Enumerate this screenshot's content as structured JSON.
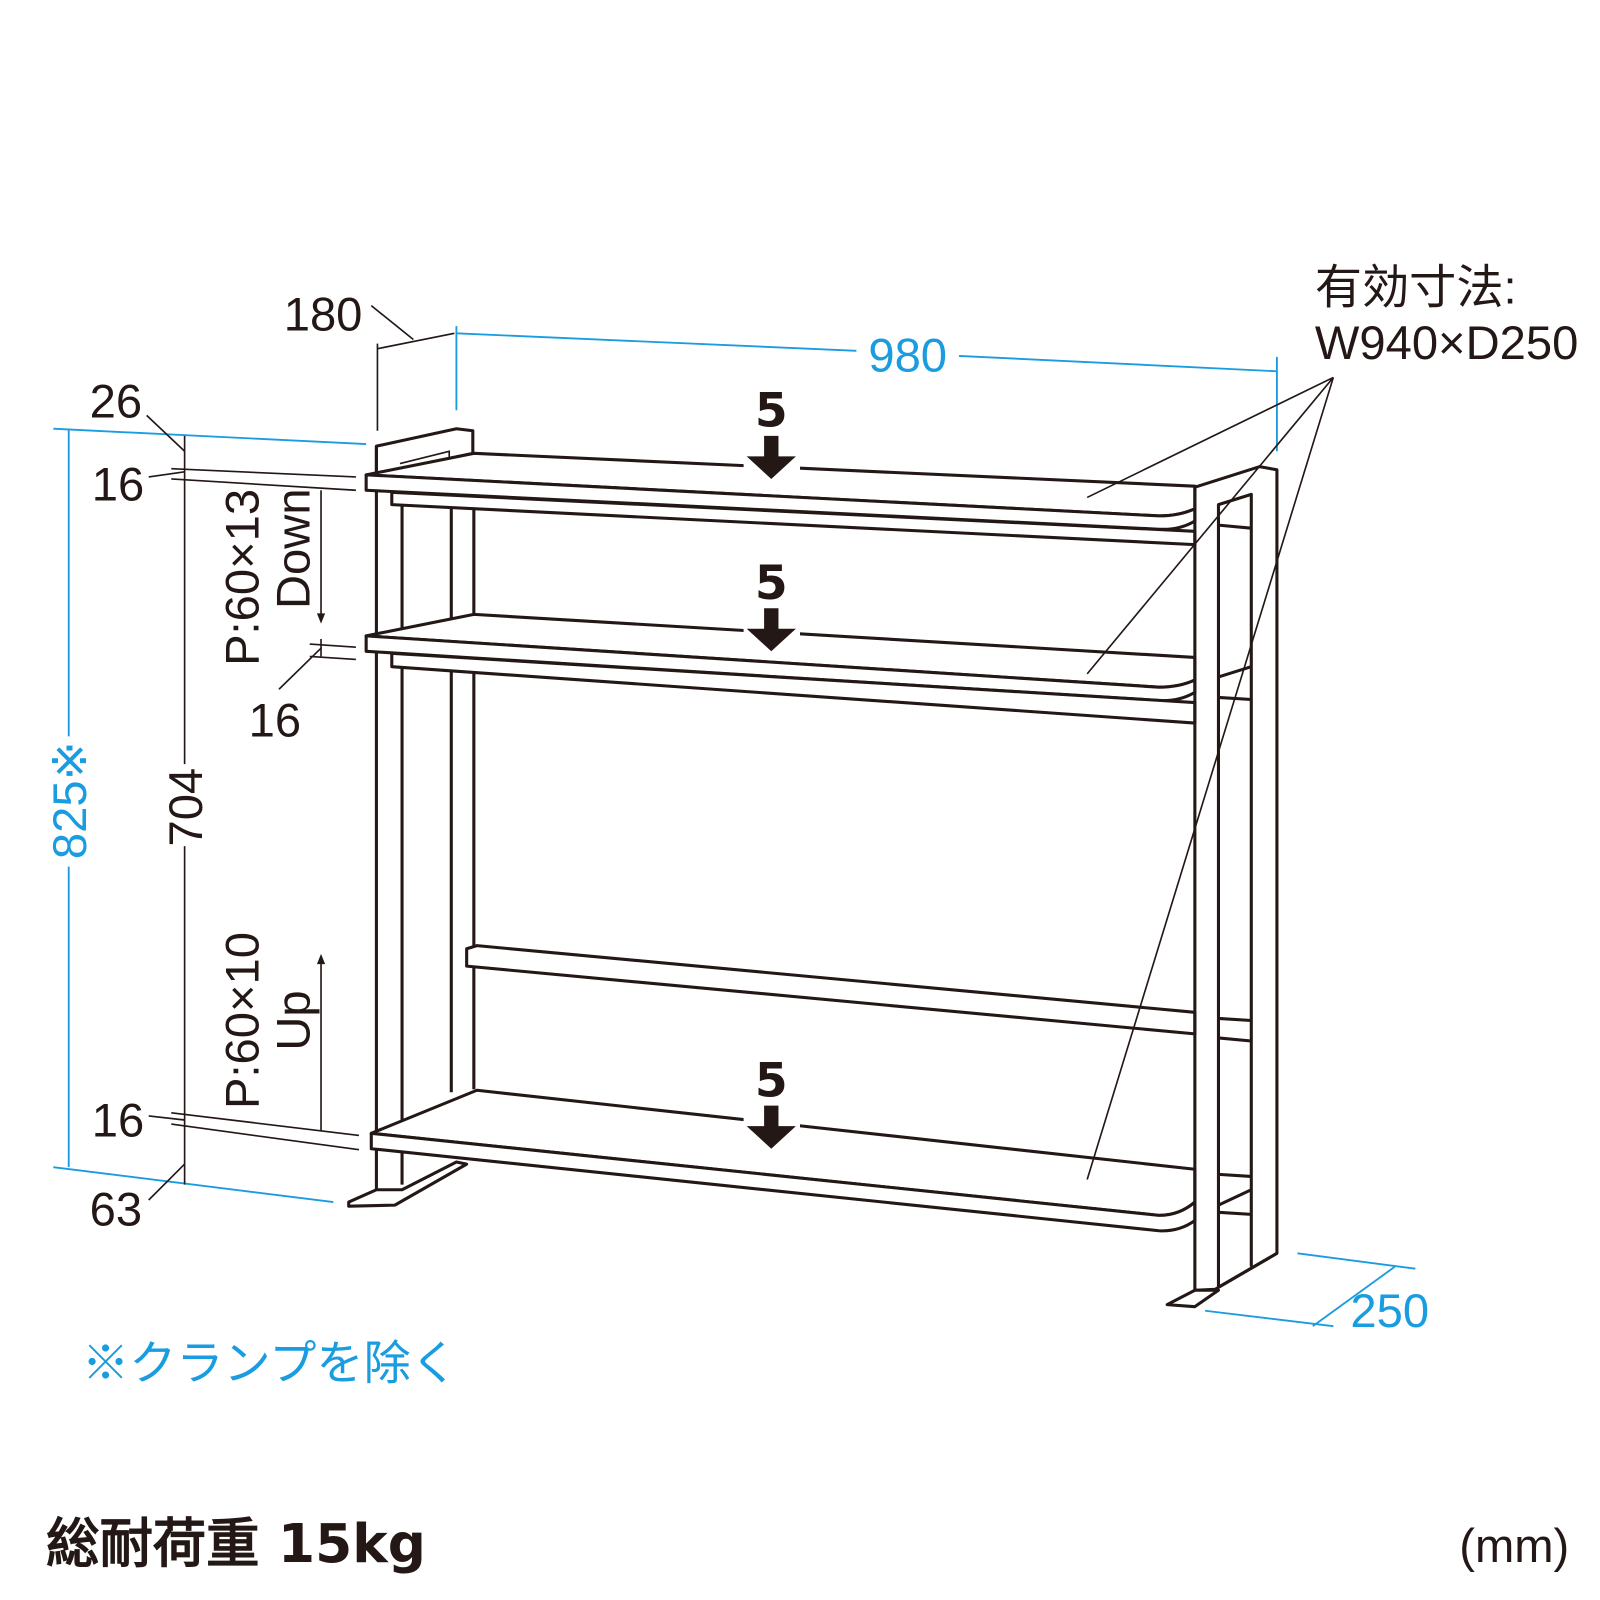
{
  "dimensions": {
    "depth_top": "180",
    "width": "980",
    "total_height": "825※",
    "top_offset": "26",
    "shelf_thickness_top": "16",
    "shelf_thickness_middle": "16",
    "shelf_thickness_bottom": "16",
    "inner_height": "704",
    "bottom_offset": "63",
    "depth_base": "250"
  },
  "adjustments": {
    "down_pitch": "P:60×13",
    "down_label": "Down",
    "up_pitch": "P:60×10",
    "up_label": "Up"
  },
  "shelf_loads": [
    "5",
    "5",
    "5"
  ],
  "effective_size": {
    "label": "有効寸法:",
    "value": "W940×D250"
  },
  "note": "※クランプを除く",
  "total_load": "総耐荷重 15kg",
  "unit": "(mm)",
  "colors": {
    "dimension": "#1a9ce0",
    "line": "#231815"
  }
}
